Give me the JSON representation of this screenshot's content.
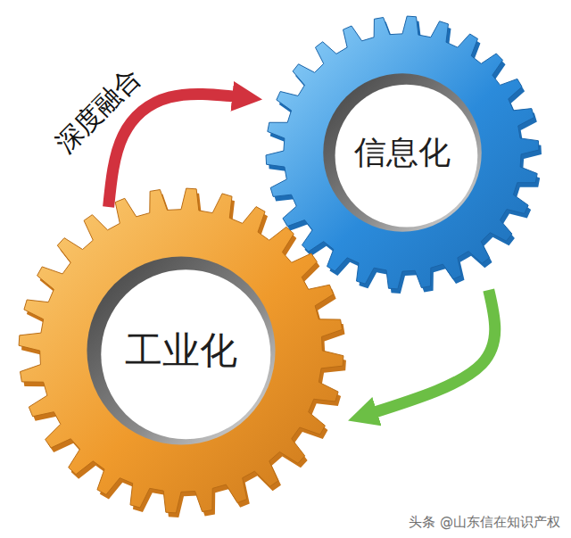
{
  "diagram": {
    "nodes": [
      {
        "text": [
          "信息化"
        ]
      },
      {
        "text": [
          "工业化"
        ]
      }
    ],
    "edges": [
      {
        "from": 1,
        "to": 0,
        "arrow": "to",
        "label": "深度融合"
      },
      {
        "from": 0,
        "to": 1,
        "arrow": "to"
      }
    ],
    "labels": [
      "头条 @山东信在知识产权"
    ]
  }
}
